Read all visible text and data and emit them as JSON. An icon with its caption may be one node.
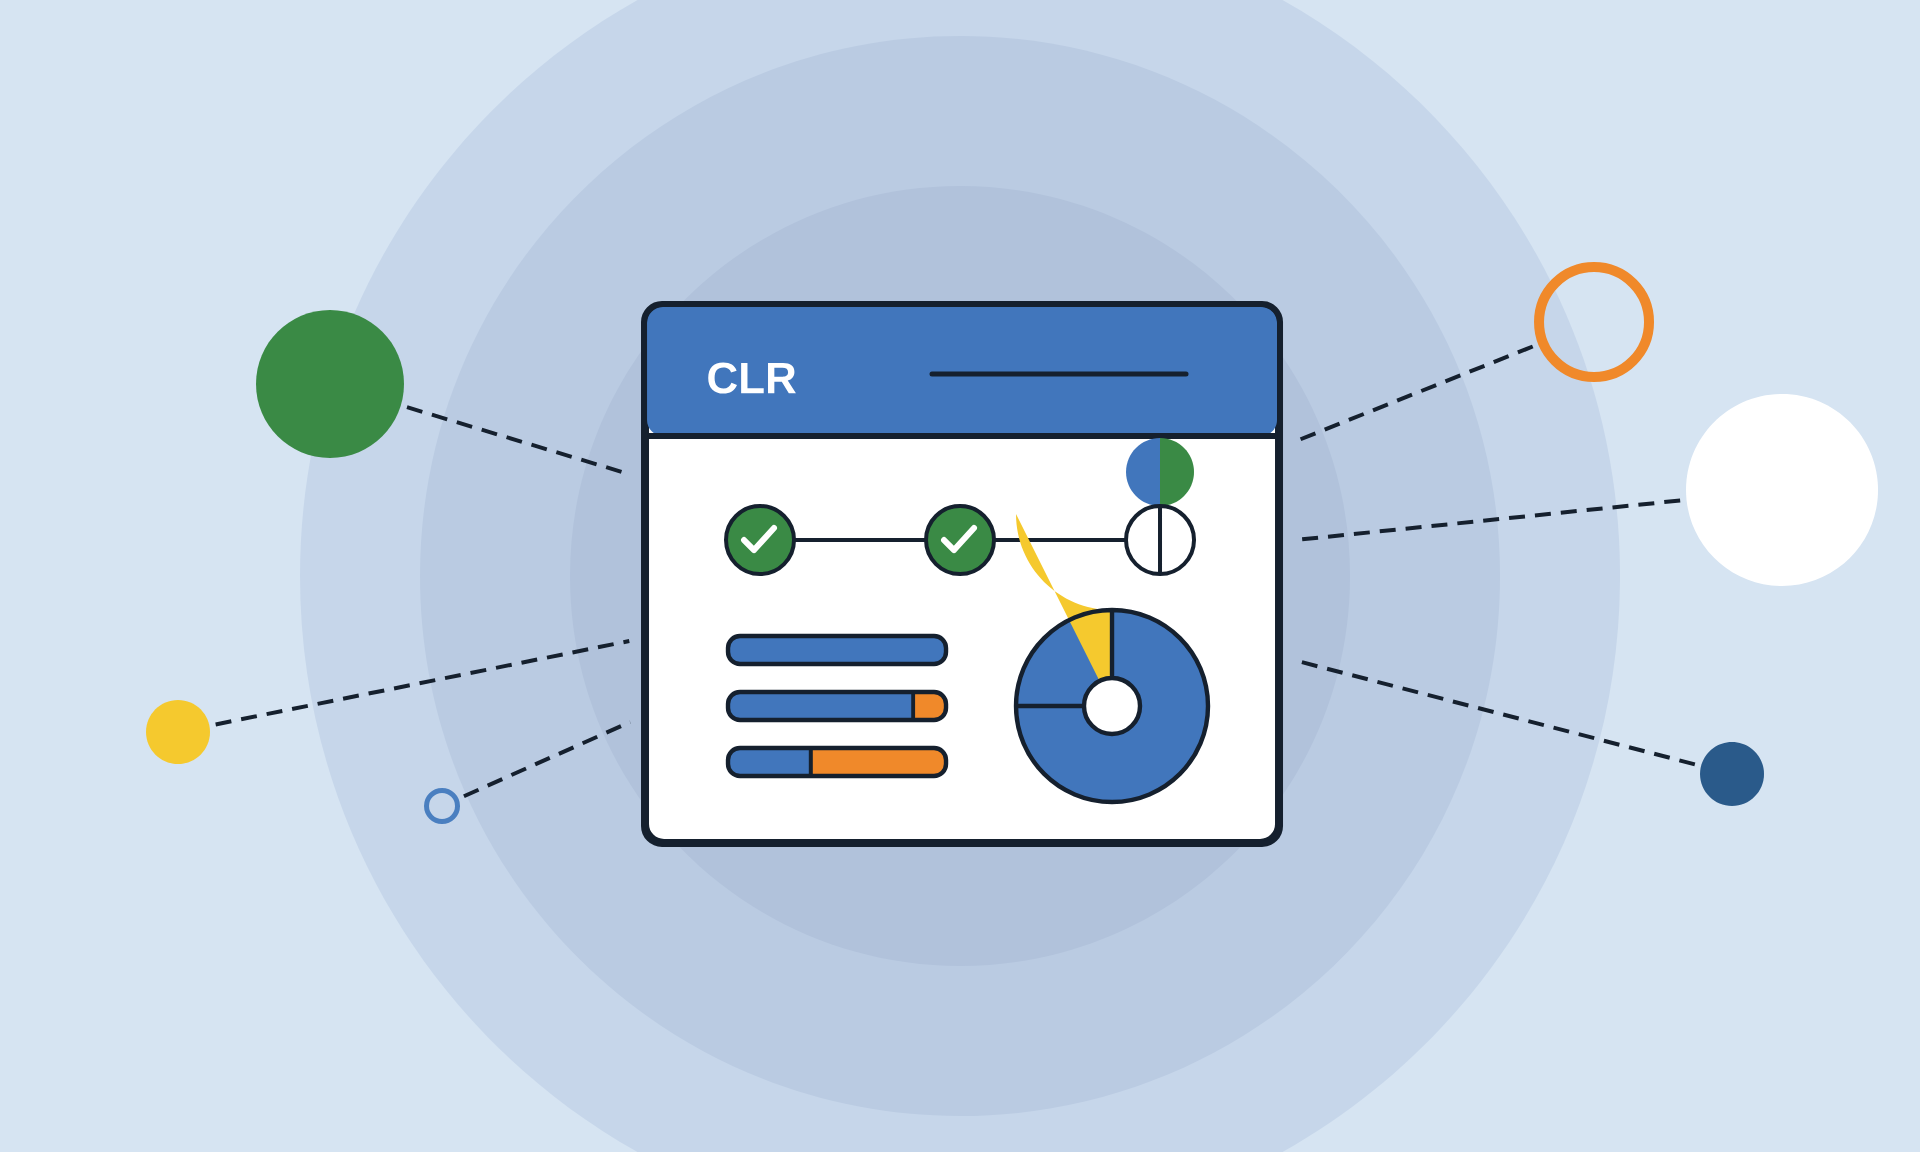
{
  "diagram": {
    "nodes": [
      {
        "text": [
          "CLR"
        ]
      },
      {
        "text": [],
        "shape": "circle"
      },
      {
        "text": [],
        "shape": "circle"
      },
      {
        "text": [],
        "shape": "circle"
      },
      {
        "text": [],
        "shape": "circle"
      },
      {
        "text": [],
        "shape": "circle"
      },
      {
        "text": [],
        "shape": "circle"
      }
    ],
    "edges": [
      {
        "from": 1,
        "to": 0,
        "arrow": "none",
        "style": "dashed"
      },
      {
        "from": 2,
        "to": 0,
        "arrow": "none",
        "style": "dashed"
      },
      {
        "from": 3,
        "to": 0,
        "arrow": "none",
        "style": "dashed"
      },
      {
        "from": 4,
        "to": 0,
        "arrow": "none",
        "style": "dashed"
      },
      {
        "from": 5,
        "to": 0,
        "arrow": "none",
        "style": "dashed"
      },
      {
        "from": 6,
        "to": 0,
        "arrow": "none",
        "style": "dashed"
      }
    ]
  }
}
